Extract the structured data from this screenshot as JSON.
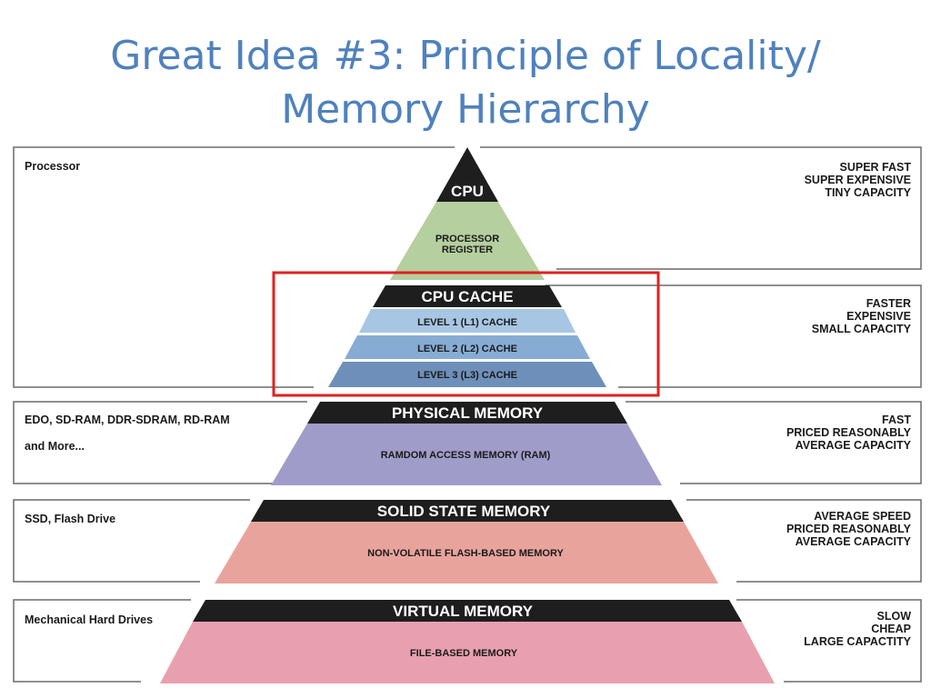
{
  "slide": {
    "title_line1": "Great Idea #3: Principle of Locality/",
    "title_line2": "Memory Hierarchy"
  },
  "pyramid": {
    "cpu": {
      "head": "CPU",
      "sub_line1": "PROCESSOR",
      "sub_line2": "REGISTER"
    },
    "cache": {
      "head": "CPU CACHE",
      "levels": [
        "LEVEL 1 (L1) CACHE",
        "LEVEL 2 (L2) CACHE",
        "LEVEL 3 (L3) CACHE"
      ]
    },
    "physical": {
      "head": "PHYSICAL MEMORY",
      "sub": "RAMDOM ACCESS MEMORY (RAM)"
    },
    "ssd": {
      "head": "SOLID STATE MEMORY",
      "sub": "NON-VOLATILE FLASH-BASED MEMORY"
    },
    "virtual": {
      "head": "VIRTUAL MEMORY",
      "sub": "FILE-BASED MEMORY"
    }
  },
  "left_labels": {
    "processor": "Processor",
    "ram_line1": "EDO, SD-RAM, DDR-SDRAM, RD-RAM",
    "ram_line2": "and More...",
    "ssd": "SSD, Flash Drive",
    "hdd": "Mechanical Hard Drives"
  },
  "right_labels": {
    "processor": [
      "SUPER FAST",
      "SUPER EXPENSIVE",
      "TINY CAPACITY"
    ],
    "cache": [
      "FASTER",
      "EXPENSIVE",
      "SMALL CAPACITY"
    ],
    "ram": [
      "FAST",
      "PRICED REASONABLY",
      "AVERAGE CAPACITY"
    ],
    "ssd": [
      "AVERAGE SPEED",
      "PRICED REASONABLY",
      "AVERAGE CAPACITY"
    ],
    "hdd": [
      "SLOW",
      "CHEAP",
      "LARGE CAPACTITY"
    ]
  },
  "colors": {
    "title": "#4f81bd",
    "band_head": "#1e1e1e",
    "register": "#b5cf9f",
    "l1": "#a7c6e3",
    "l2": "#87acd4",
    "l3": "#6e8fb9",
    "ram": "#a09cc9",
    "ssd": "#e8a49c",
    "virtual": "#e8a0b0",
    "highlight": "#e02020"
  }
}
